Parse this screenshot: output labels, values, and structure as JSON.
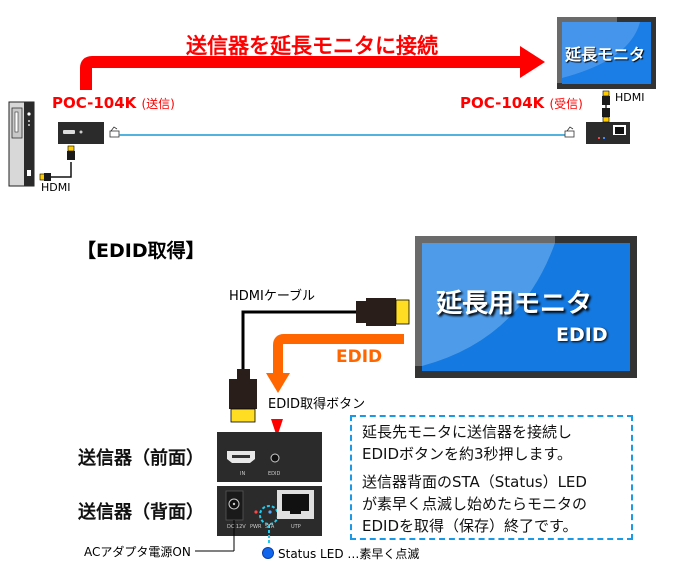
{
  "top": {
    "title": "送信器を延長モニタに接続",
    "sender_model": "POC-104K",
    "sender_role": "(送信)",
    "receiver_model": "POC-104K",
    "receiver_role": "(受信)",
    "monitor_label": "延長モニタ",
    "hdmi_left": "HDMI",
    "hdmi_right": "HDMI"
  },
  "edid": {
    "section_title": "【EDID取得】",
    "hdmi_cable_label": "HDMIケーブル",
    "monitor_label": "延長用モニタ",
    "monitor_sub": "EDID",
    "edid_arrow_label": "EDID",
    "edid_button_label": "EDID取得ボタン",
    "front_label": "送信器（前面）",
    "back_label": "送信器（背面）",
    "ac_label": "ACアダプタ電源ON",
    "status_label": "Status LED …素早く点滅",
    "port_labels": {
      "in": "IN",
      "edid": "EDID",
      "dc": "DC 12V",
      "pwr": "PWR",
      "sta": "STA",
      "utp": "UTP"
    },
    "instructions": [
      "延長先モニタに送信器を接続し",
      "EDIDボタンを約3秒押します。",
      "送信器背面のSTA（Status）LED",
      "が素早く点滅し始めたらモニタの",
      "EDIDを取得（保存）終了です。"
    ]
  },
  "colors": {
    "red": "#ff0000",
    "orange": "#ff6600",
    "cable_blue": "#1a9ad6",
    "monitor_blue": "#1a7ee6",
    "dashed_blue": "#1a9ae6",
    "device_dark": "#2b2b2b",
    "hdmi_yellow": "#ffdd22"
  }
}
